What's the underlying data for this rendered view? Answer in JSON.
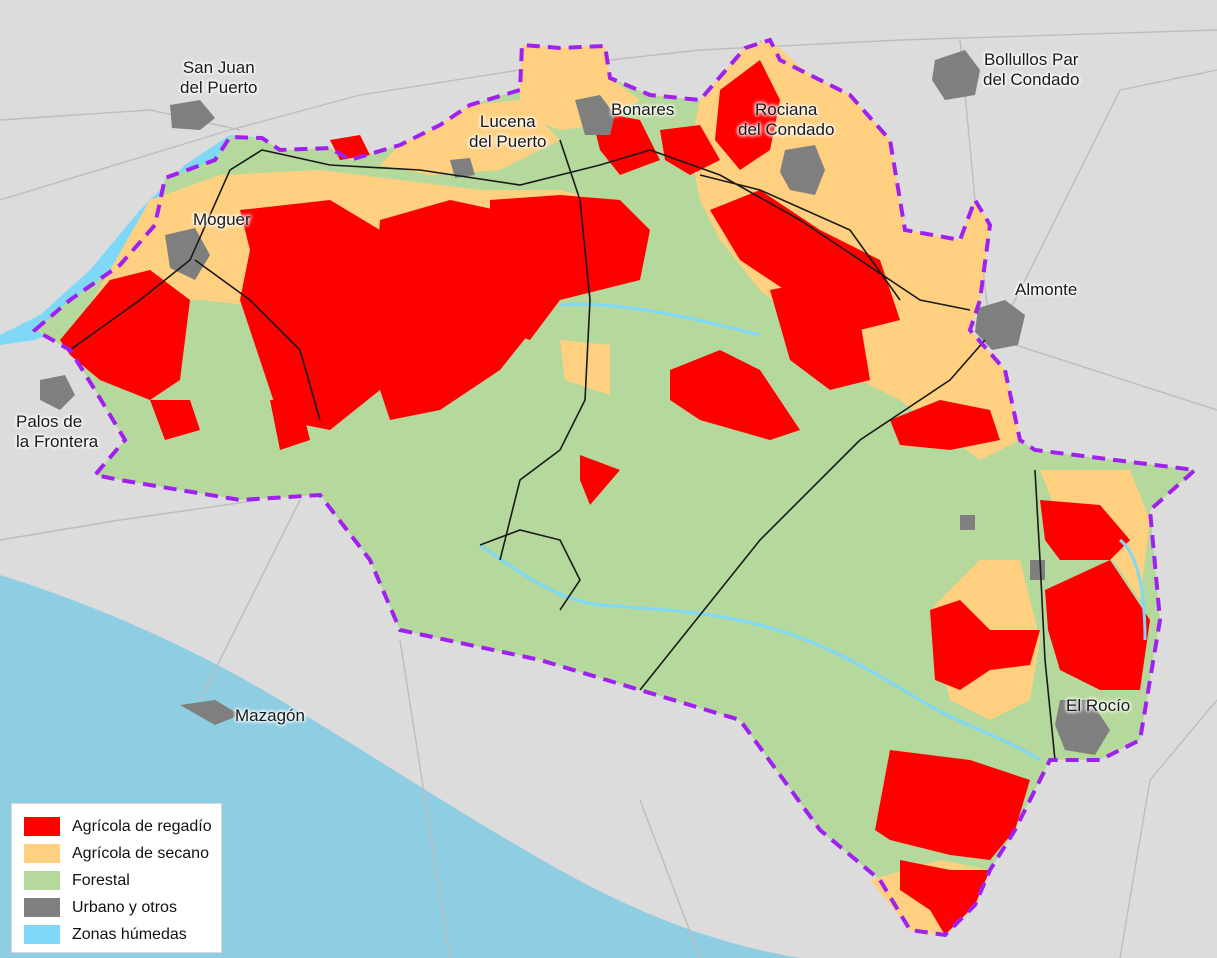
{
  "map": {
    "places": [
      {
        "id": "san-juan-del-puerto",
        "lines": [
          "San Juan",
          "del Puerto"
        ]
      },
      {
        "id": "lucena-del-puerto",
        "lines": [
          "Lucena",
          "del Puerto"
        ]
      },
      {
        "id": "bonares",
        "lines": [
          "Bonares"
        ]
      },
      {
        "id": "rociana-del-condado",
        "lines": [
          "Rociana",
          "del Condado"
        ]
      },
      {
        "id": "bollullos-par-del-condado",
        "lines": [
          "Bollullos Par",
          "del Condado"
        ]
      },
      {
        "id": "moguer",
        "lines": [
          "Moguer"
        ]
      },
      {
        "id": "almonte",
        "lines": [
          "Almonte"
        ]
      },
      {
        "id": "palos-de-la-frontera",
        "lines": [
          "Palos de",
          "la Frontera"
        ]
      },
      {
        "id": "el-rocio",
        "lines": [
          "El Rocío"
        ]
      },
      {
        "id": "mazagon",
        "lines": [
          "Mazagón"
        ]
      }
    ]
  },
  "legend": {
    "items": [
      {
        "label": "Agrícola de regadío",
        "color": "#ff0000"
      },
      {
        "label": "Agrícola de secano",
        "color": "#ffd080"
      },
      {
        "label": "Forestal",
        "color": "#b5d89c"
      },
      {
        "label": "Urbano y otros",
        "color": "#7f7f7f"
      },
      {
        "label": "Zonas húmedas",
        "color": "#7fd8f7"
      }
    ]
  },
  "colors": {
    "background_land": "#dcdcdc",
    "sea": "#8fcde3",
    "boundary": "#a020f0",
    "roads": "#1a1a1a"
  }
}
